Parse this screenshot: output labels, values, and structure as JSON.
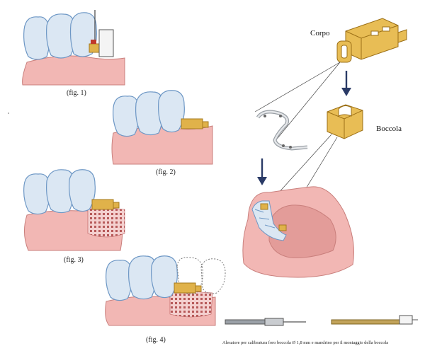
{
  "figures": {
    "fig1": "(fig. 1)",
    "fig2": "(fig. 2)",
    "fig3": "(fig. 3)",
    "fig4": "(fig. 4)"
  },
  "labels": {
    "corpo": "Corpo",
    "boccola": "Boccola"
  },
  "footnote": "Alesatore per calibratura foro boccola Ø 1,8 mm e mandrino per il montaggio della boccola",
  "colors": {
    "gum": "#f2b7b4",
    "gum_dark": "#d98f8c",
    "tooth": "#dbe7f3",
    "tooth_edge": "#7aa4cf",
    "attachment": "#e0b24a",
    "attachment_dark": "#a6791e",
    "metal": "#b9bcc0",
    "line": "#333333"
  }
}
